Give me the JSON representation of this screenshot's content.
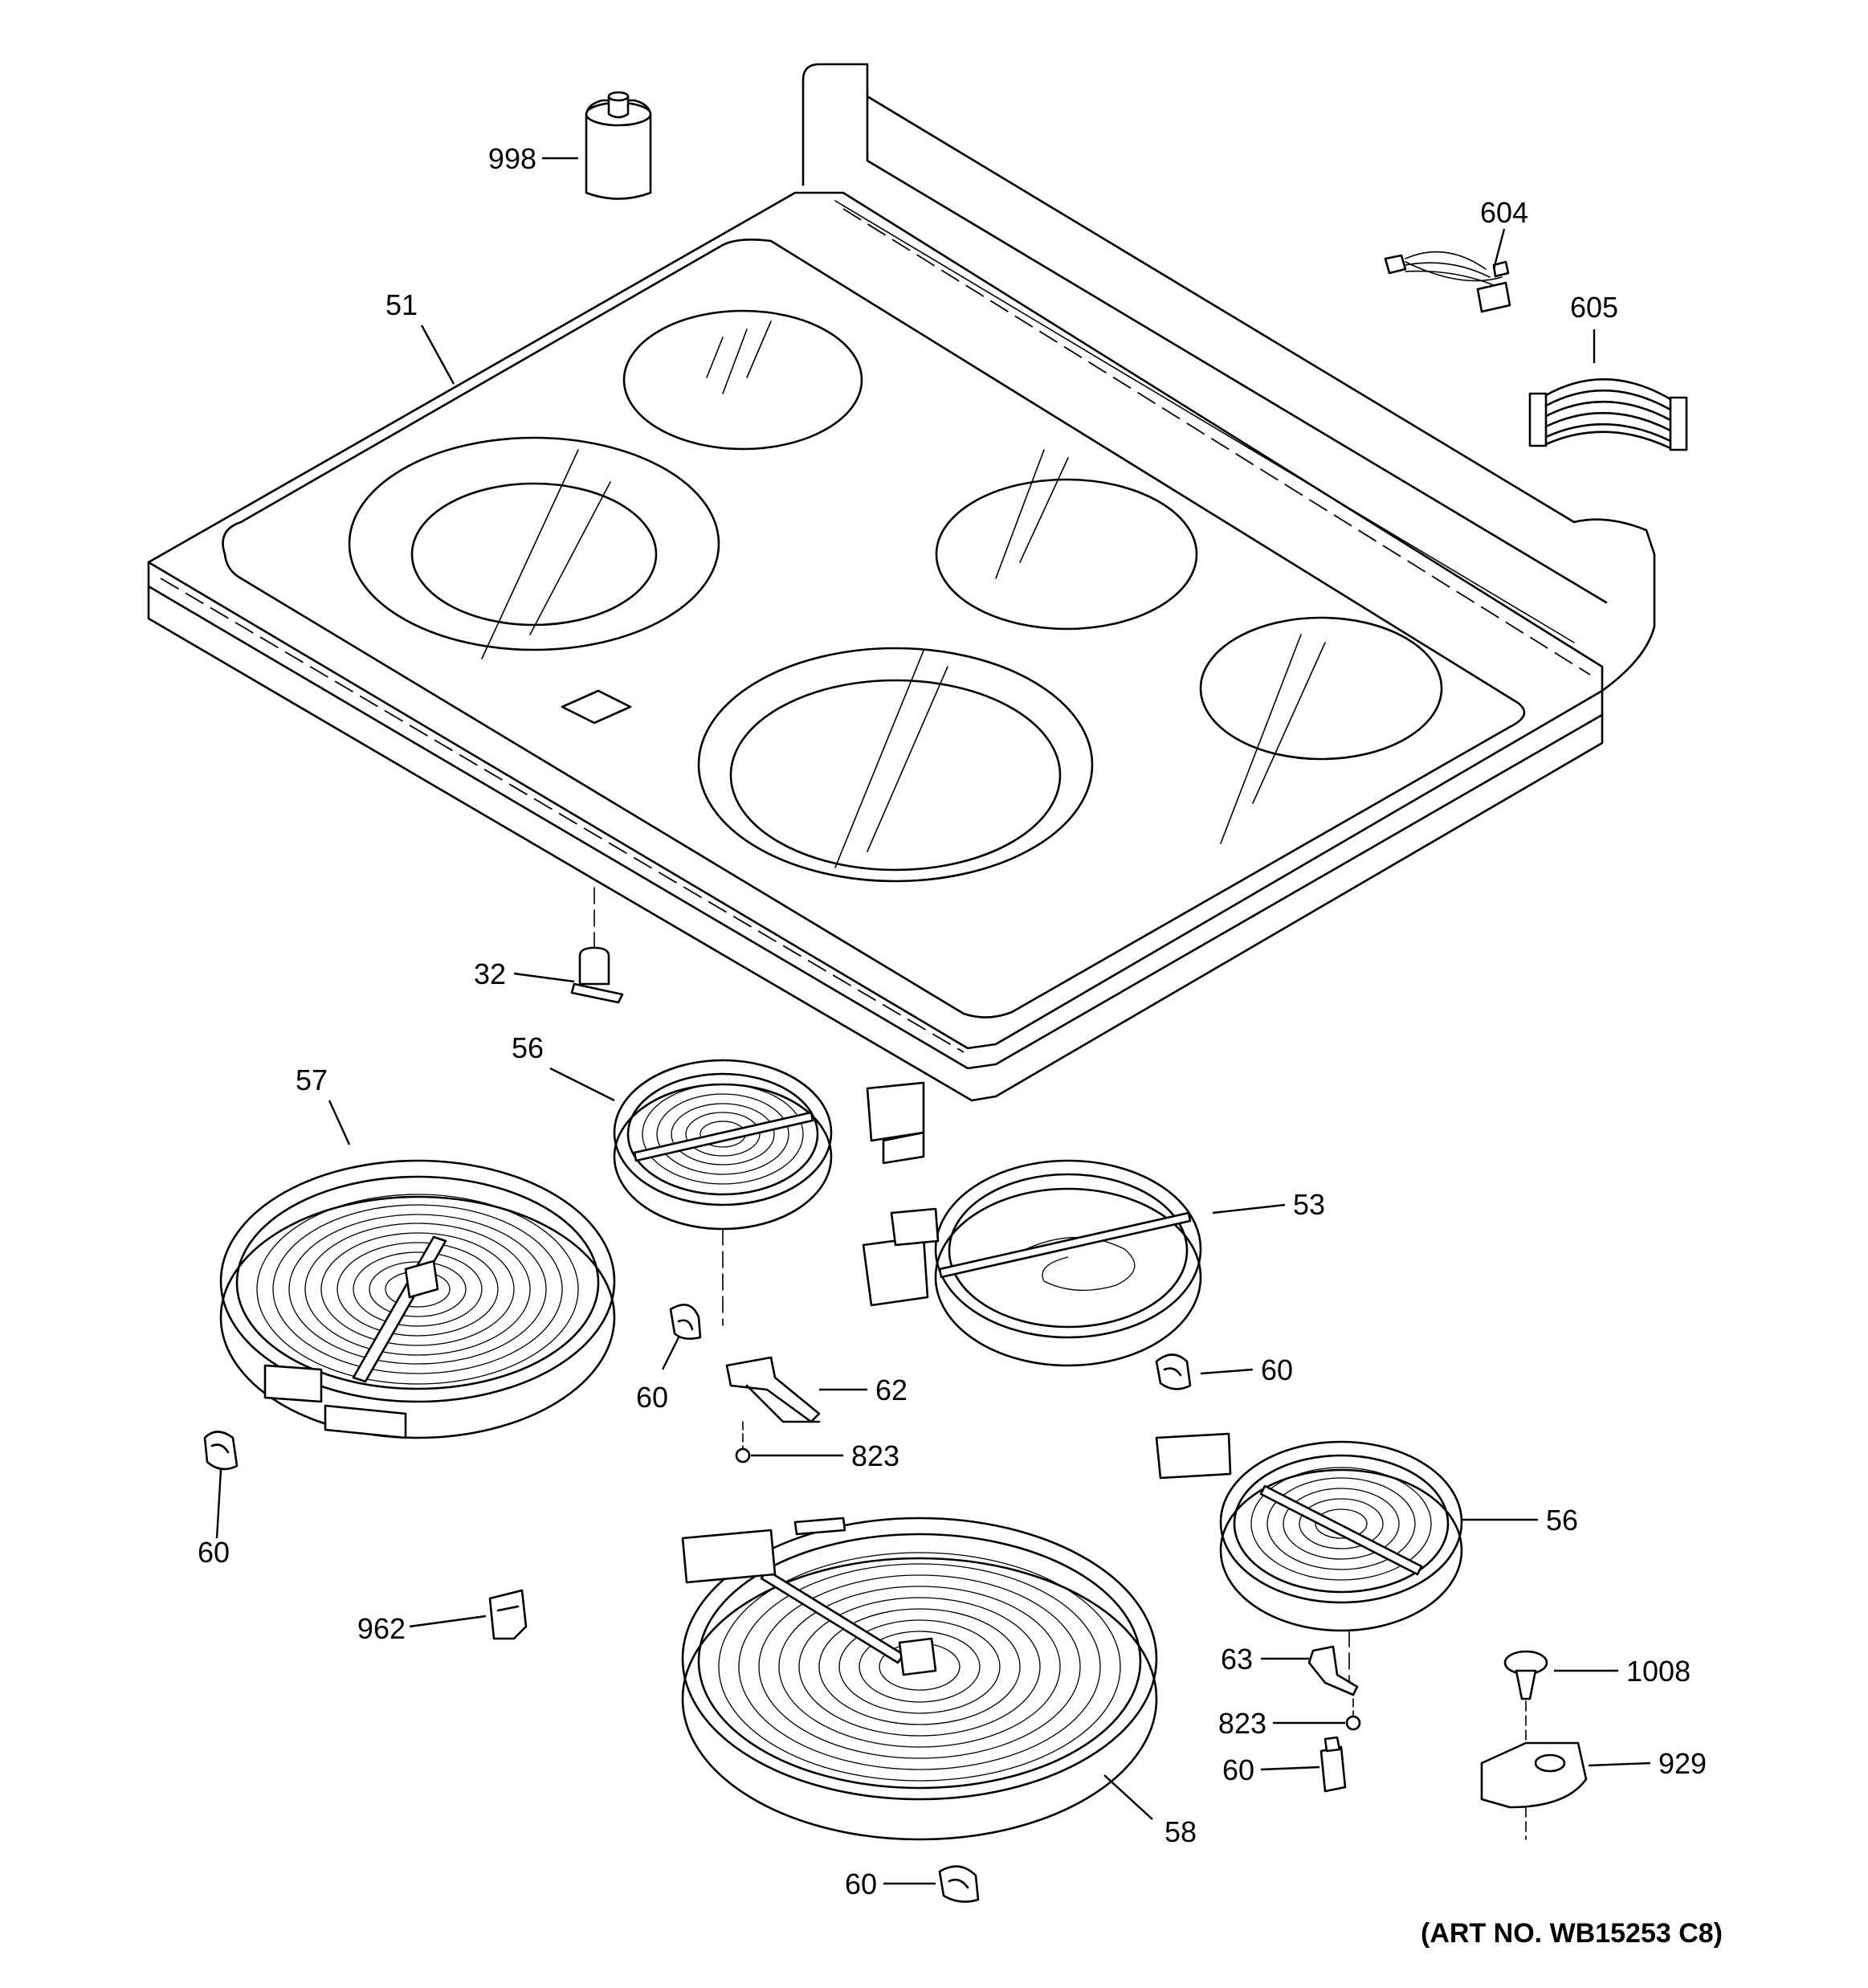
{
  "diagram": {
    "art_number": "(ART NO. WB15253 C8)",
    "callouts": {
      "c998": "998",
      "c604": "604",
      "c605": "605",
      "c51": "51",
      "c32": "32",
      "c56a": "56",
      "c57": "57",
      "c53": "53",
      "c60a": "60",
      "c62": "62",
      "c823a": "823",
      "c60b": "60",
      "c60c": "60",
      "c56b": "56",
      "c962": "962",
      "c63": "63",
      "c1008": "1008",
      "c823b": "823",
      "c929": "929",
      "c60d": "60",
      "c58": "58",
      "c60e": "60"
    }
  }
}
